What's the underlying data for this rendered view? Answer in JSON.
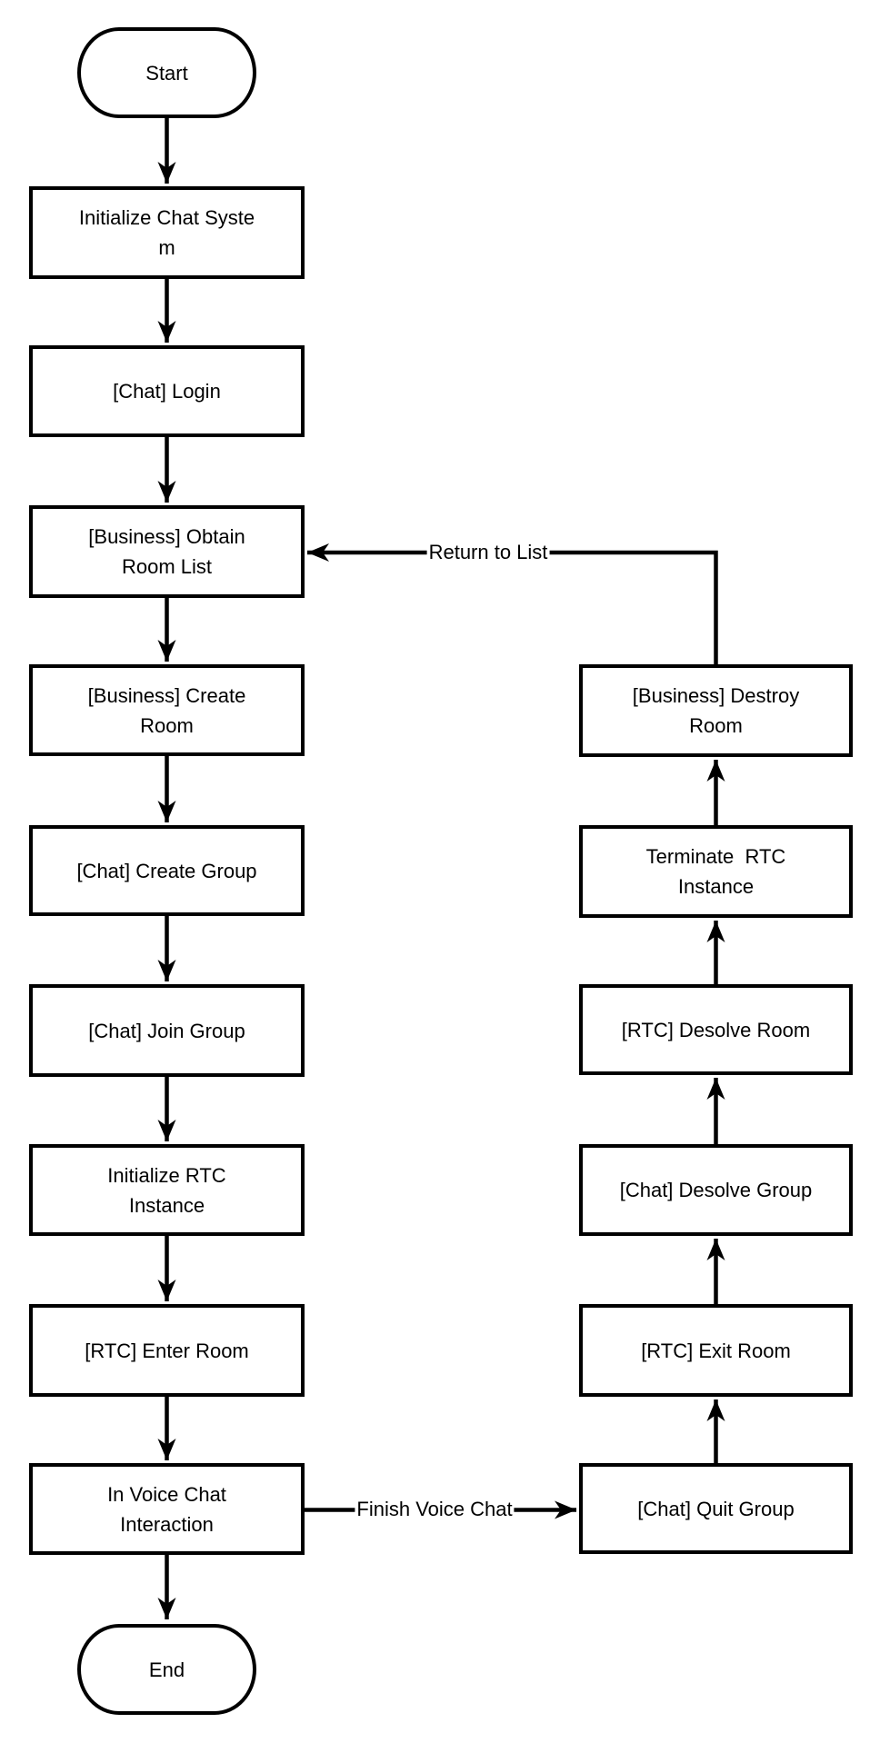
{
  "diagram": {
    "type": "flowchart",
    "colors": {
      "stroke": "#000000",
      "node_fill": "#ffffff",
      "background": "#ffffff"
    },
    "nodes": {
      "start": {
        "label": "Start",
        "shape": "terminator"
      },
      "initialize_chat_system": {
        "label": "Initialize Chat Syste\nm",
        "shape": "process"
      },
      "chat_login": {
        "label": "[Chat] Login",
        "shape": "process"
      },
      "obtain_room_list": {
        "label": "[Business] Obtain\nRoom List",
        "shape": "process"
      },
      "create_room": {
        "label": "[Business] Create\nRoom",
        "shape": "process"
      },
      "create_group": {
        "label": "[Chat] Create Group",
        "shape": "process"
      },
      "join_group": {
        "label": "[Chat] Join Group",
        "shape": "process"
      },
      "initialize_rtc_instance": {
        "label": "Initialize RTC\nInstance",
        "shape": "process"
      },
      "enter_room": {
        "label": "[RTC] Enter Room",
        "shape": "process"
      },
      "in_voice_chat_interaction": {
        "label": "In Voice Chat\nInteraction",
        "shape": "process"
      },
      "end": {
        "label": "End",
        "shape": "terminator"
      },
      "quit_group": {
        "label": "[Chat] Quit Group",
        "shape": "process"
      },
      "exit_room": {
        "label": "[RTC] Exit Room",
        "shape": "process"
      },
      "desolve_group": {
        "label": "[Chat] Desolve Group",
        "shape": "process"
      },
      "desolve_room": {
        "label": "[RTC] Desolve Room",
        "shape": "process"
      },
      "terminate_rtc_instance": {
        "label": "Terminate  RTC\nInstance",
        "shape": "process"
      },
      "destroy_room": {
        "label": "[Business] Destroy\nRoom",
        "shape": "process"
      }
    },
    "edge_labels": {
      "finish_voice_chat": "Finish Voice Chat",
      "return_to_list": "Return to List"
    }
  }
}
